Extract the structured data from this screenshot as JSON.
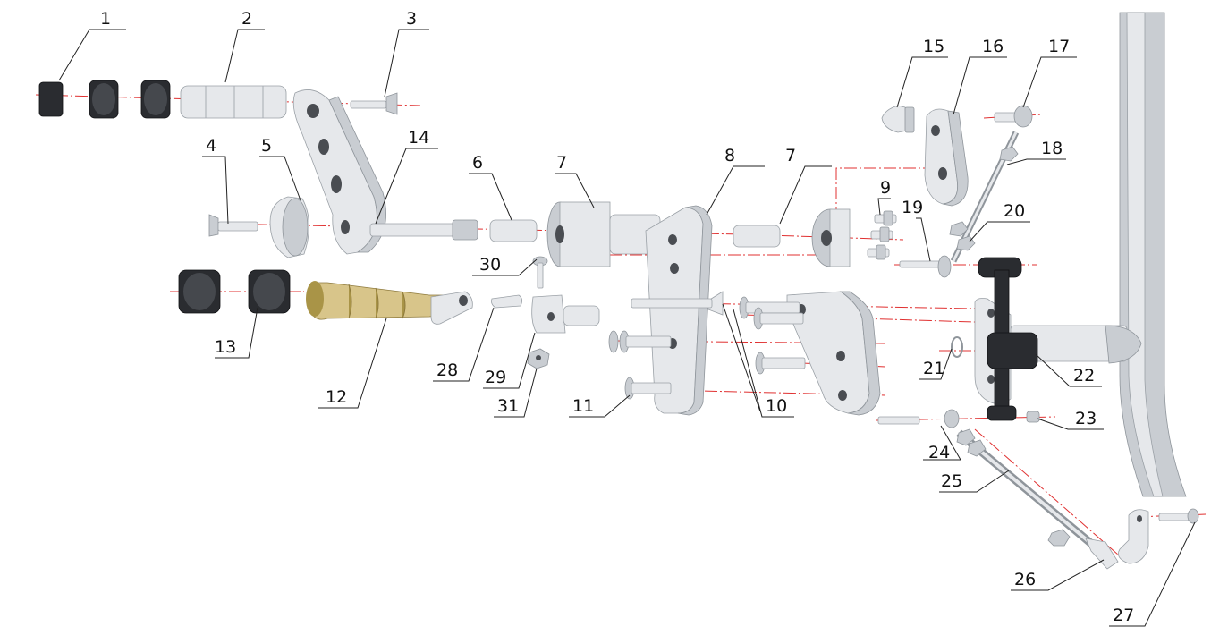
{
  "diagram": {
    "part_numbers": [
      "1",
      "2",
      "3",
      "4",
      "5",
      "14",
      "6",
      "7",
      "8",
      "7",
      "15",
      "16",
      "17",
      "18",
      "9",
      "19",
      "20",
      "30",
      "13",
      "12",
      "28",
      "29",
      "31",
      "11",
      "10",
      "21",
      "22",
      "23",
      "24",
      "25",
      "26",
      "27"
    ]
  }
}
